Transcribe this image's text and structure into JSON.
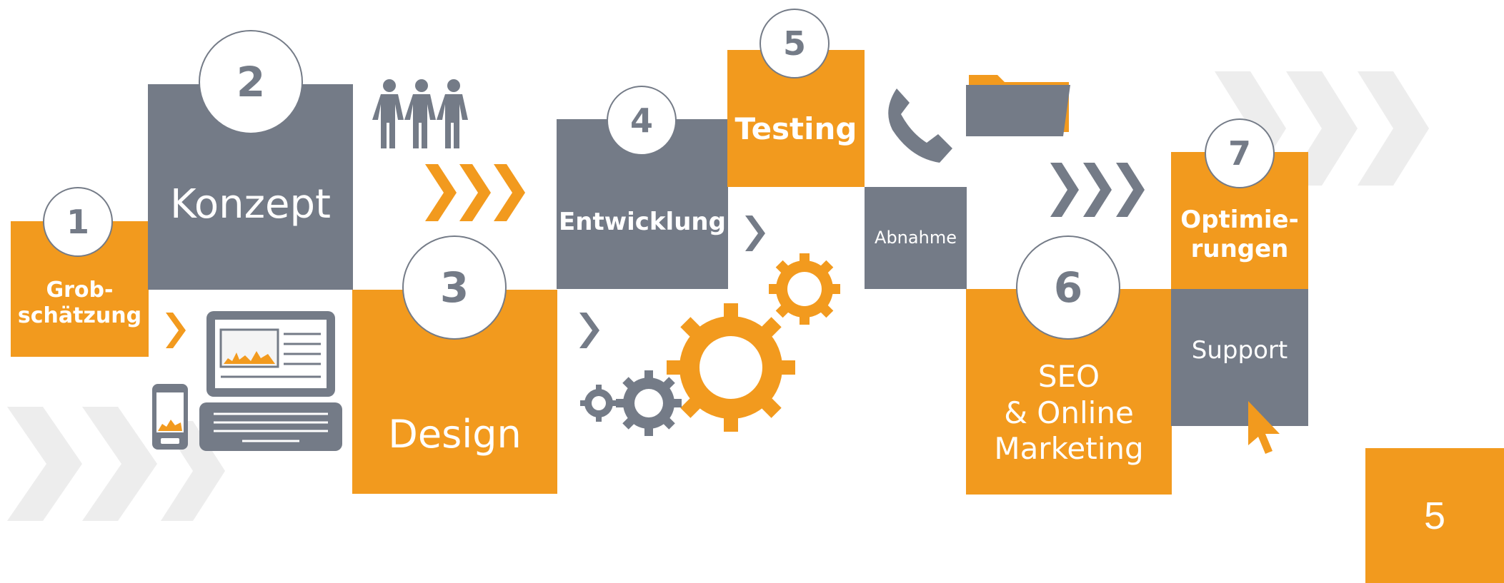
{
  "steps": [
    {
      "number": "1",
      "label": "Grob-\nschätzung"
    },
    {
      "number": "2",
      "label": "Konzept"
    },
    {
      "number": "3",
      "label": "Design"
    },
    {
      "number": "4",
      "label": "Entwicklung"
    },
    {
      "number": "5",
      "label": "Testing"
    },
    {
      "number": "6",
      "label": "SEO\n& Online\nMarketing"
    },
    {
      "number": "7",
      "label": "Optimie-\nrungen"
    }
  ],
  "extra_labels": {
    "abnahme": "Abnahme",
    "support": "Support"
  },
  "page_number": "5",
  "colors": {
    "orange": "#f29a1e",
    "gray": "#747b87",
    "light_chevron": "#ededed"
  },
  "icons": [
    "people-icon",
    "laptop-icon",
    "smartphone-icon",
    "gears-icon",
    "phone-icon",
    "folder-icon",
    "cursor-icon",
    "chevron-arrows-icon"
  ]
}
